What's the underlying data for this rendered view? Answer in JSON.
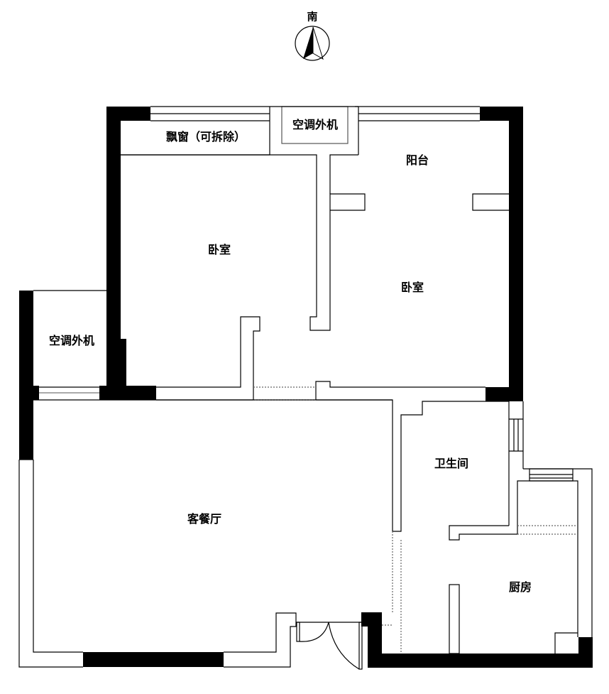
{
  "compass": {
    "direction_label": "南",
    "icon": "compass-north-arrow-icon"
  },
  "rooms": {
    "bay_window": {
      "label": "飘窗（可拆除）"
    },
    "ac_unit_top": {
      "label": "空调外机"
    },
    "balcony": {
      "label": "阳台"
    },
    "bedroom_left": {
      "label": "卧室"
    },
    "bedroom_right": {
      "label": "卧室"
    },
    "ac_unit_left": {
      "label": "空调外机"
    },
    "living_dining": {
      "label": "客餐厅"
    },
    "bathroom": {
      "label": "卫生间"
    },
    "kitchen": {
      "label": "厨房"
    }
  },
  "colors": {
    "wall": "#000000",
    "line": "#000000",
    "line_gray": "#808080",
    "background": "#ffffff"
  }
}
